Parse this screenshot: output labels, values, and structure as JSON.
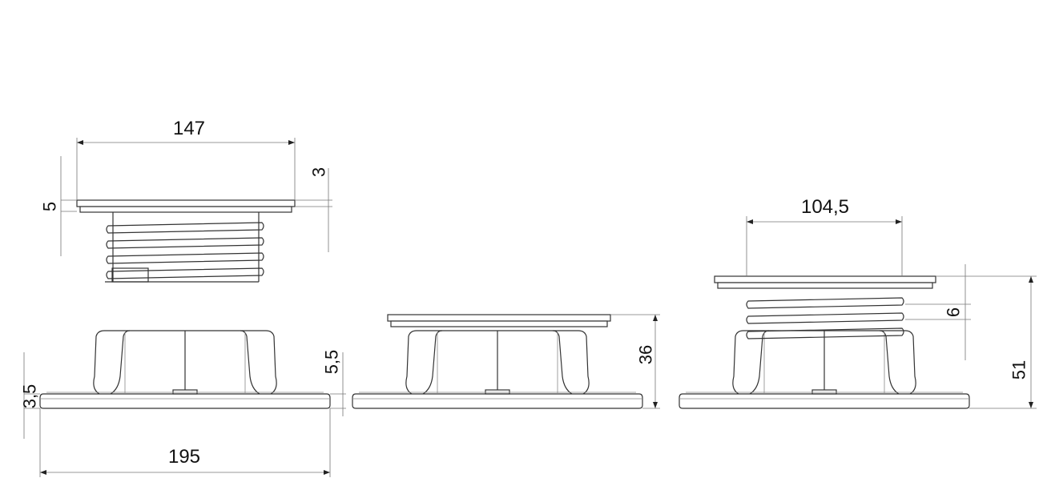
{
  "dimensions": {
    "head_width": "147",
    "head_plate_thickness": "3",
    "head_total_thickness": "5",
    "base_width": "195",
    "base_plate_thickness": "3,5",
    "base_step": "5,5",
    "min_height": "36",
    "thread_head_width": "104,5",
    "thread_pitch": "6",
    "max_height": "51"
  },
  "colors": {
    "line": "#333333",
    "dimension": "#777777"
  }
}
